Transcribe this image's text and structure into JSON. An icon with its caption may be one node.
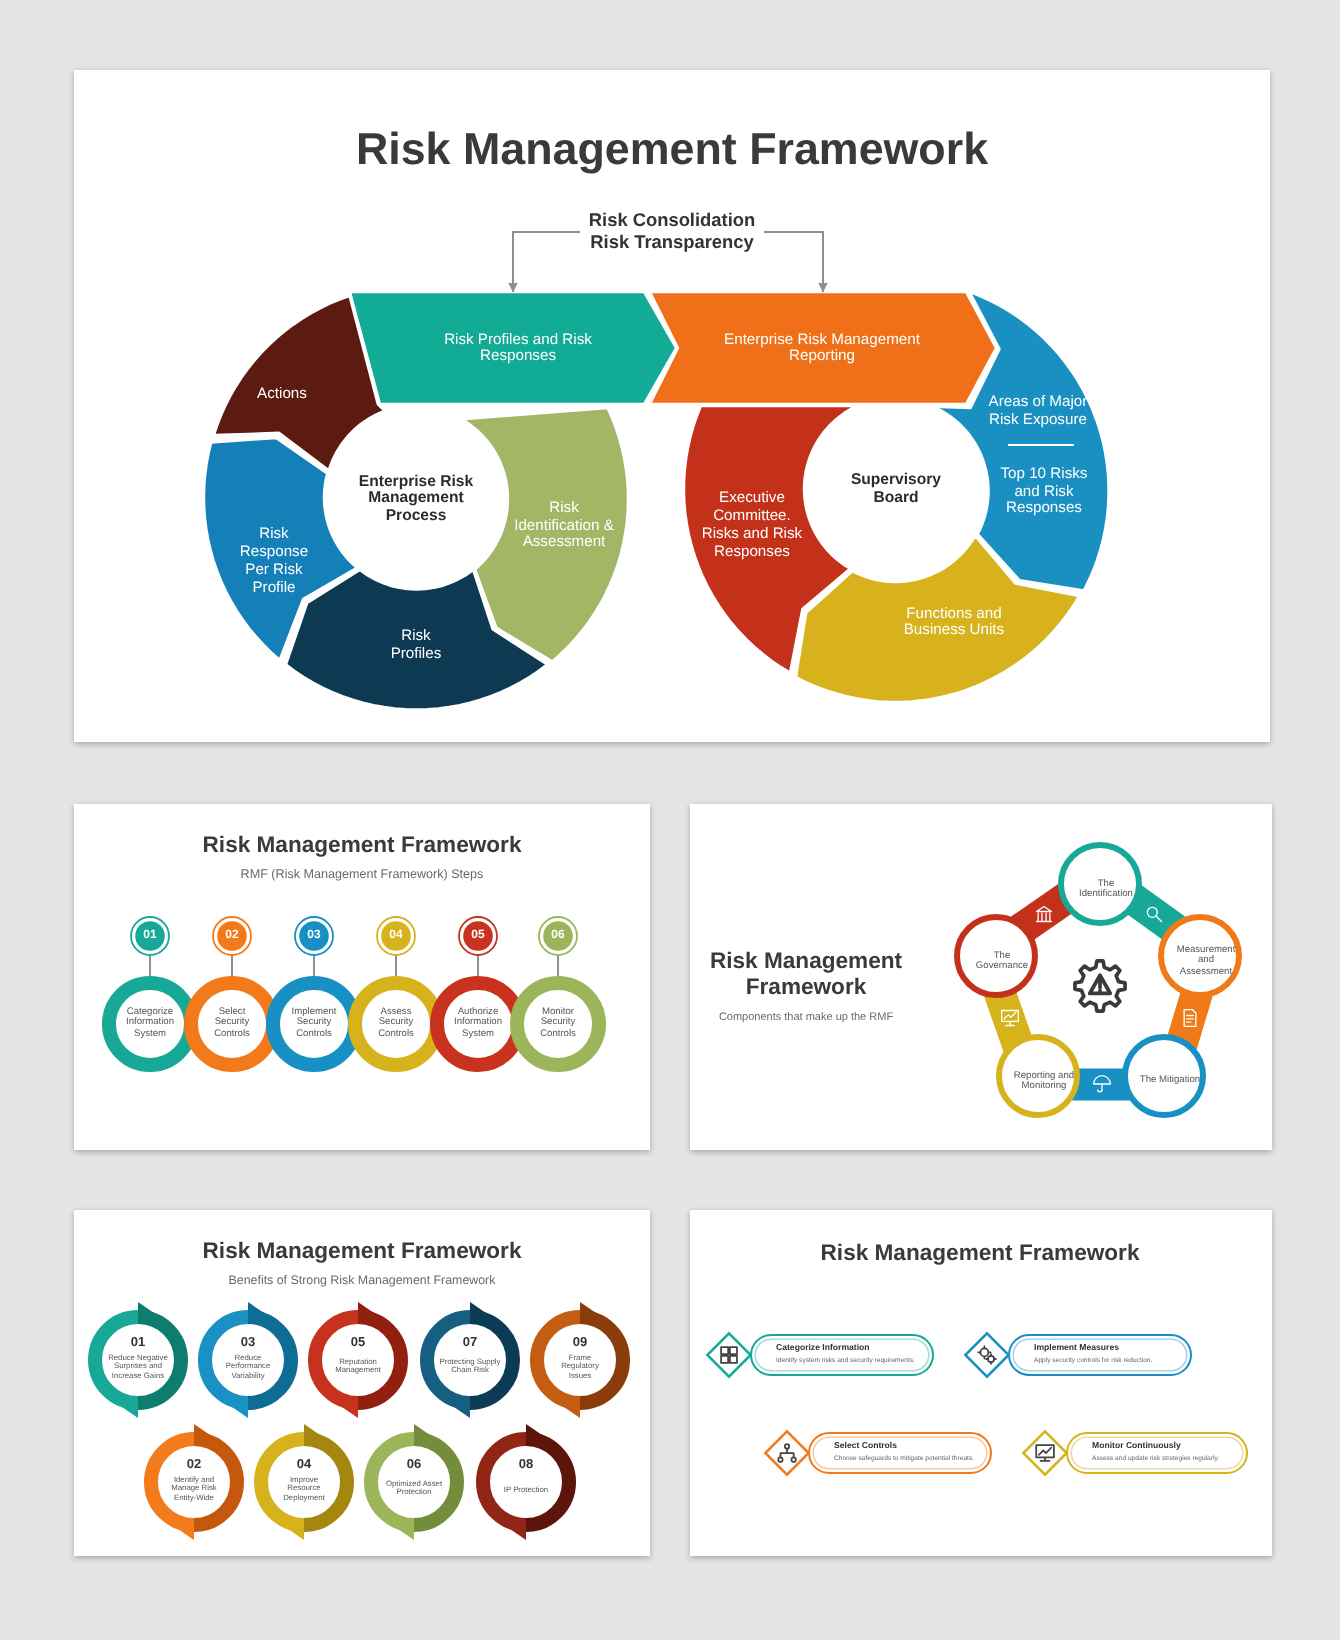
{
  "diagram": {
    "nodes": [
      {
        "text": [
          "Risk Management Framework"
        ]
      },
      {
        "text": [
          "Risk Consolidation",
          "Risk Transparency"
        ],
        "in": 0
      },
      {
        "text": [
          "Risk Profiles and Risk Responses"
        ],
        "in": 0
      },
      {
        "text": [
          "Enterprise Risk Management Reporting"
        ],
        "in": 0
      },
      {
        "text": [
          "Actions"
        ],
        "in": 0
      },
      {
        "text": [
          "Enterprise Risk Management Process"
        ],
        "in": 0
      },
      {
        "text": [
          "Risk Identification & Assessment"
        ],
        "in": 0
      },
      {
        "text": [
          "Risk Response Per Risk Profile"
        ],
        "in": 0
      },
      {
        "text": [
          "Risk Profiles"
        ],
        "in": 0
      },
      {
        "text": [
          "Executive Committee. Risks and Risk Responses"
        ],
        "in": 0
      },
      {
        "text": [
          "Supervisory Board"
        ],
        "in": 0
      },
      {
        "text": [
          "Areas of Major Risk Exposure",
          "Top 10 Risks and Risk Responses"
        ],
        "in": 0
      },
      {
        "text": [
          "Functions and Business Units"
        ],
        "in": 0
      },
      {
        "text": [
          "Risk Management Framework",
          "RMF (Risk Management Framework) Steps"
        ]
      },
      {
        "text": [
          "01"
        ],
        "in": 13
      },
      {
        "text": [
          "02"
        ],
        "in": 13
      },
      {
        "text": [
          "03"
        ],
        "in": 13
      },
      {
        "text": [
          "04"
        ],
        "in": 13
      },
      {
        "text": [
          "05"
        ],
        "in": 13
      },
      {
        "text": [
          "06"
        ],
        "in": 13
      },
      {
        "text": [
          "Categorize Information System"
        ],
        "in": 13
      },
      {
        "text": [
          "Select Security Controls"
        ],
        "in": 13
      },
      {
        "text": [
          "Implement Security Controls"
        ],
        "in": 13
      },
      {
        "text": [
          "Assess Security Controls"
        ],
        "in": 13
      },
      {
        "text": [
          "Authorize Information System"
        ],
        "in": 13
      },
      {
        "text": [
          "Monitor Security Controls"
        ],
        "in": 13
      },
      {
        "text": [
          "Risk Management Framework",
          "Components that make up the RMF"
        ]
      },
      {
        "text": [
          "The Identification"
        ],
        "in": 26
      },
      {
        "text": [
          "The Governance"
        ],
        "in": 26
      },
      {
        "text": [
          "Measurement and Assessment"
        ],
        "in": 26
      },
      {
        "text": [
          "Reporting and Monitoring"
        ],
        "in": 26
      },
      {
        "text": [
          "The Mitigation"
        ],
        "in": 26
      },
      {
        "text": [
          "Risk Management Framework",
          "Benefits of Strong Risk Management Framework"
        ]
      },
      {
        "text": [
          "01",
          "Reduce Negative Surprises and Increase Gains"
        ],
        "in": 32
      },
      {
        "text": [
          "03",
          "Reduce Performance Variability"
        ],
        "in": 32
      },
      {
        "text": [
          "05",
          "Reputation Management"
        ],
        "in": 32
      },
      {
        "text": [
          "07",
          "Protecting Supply Chain Risk"
        ],
        "in": 32
      },
      {
        "text": [
          "09",
          "Frame Regulatory Issues"
        ],
        "in": 32
      },
      {
        "text": [
          "02",
          "Identify and Manage Risk Entity-Wide"
        ],
        "in": 32
      },
      {
        "text": [
          "04",
          "Improve Resource Deployment"
        ],
        "in": 32
      },
      {
        "text": [
          "06",
          "Optimized Asset Protection"
        ],
        "in": 32
      },
      {
        "text": [
          "08",
          "IP Protection"
        ],
        "in": 32
      },
      {
        "text": [
          "Risk Management Framework"
        ]
      },
      {
        "text": [
          "Categorize Information",
          "Identify system risks and security requirements."
        ],
        "in": 42
      },
      {
        "text": [
          "Implement Measures",
          "Apply security controls for risk reduction."
        ],
        "in": 42
      },
      {
        "text": [
          "Select Controls",
          "Choose safeguards to mitigate potential threats."
        ],
        "in": 42
      },
      {
        "text": [
          "Monitor Continuously",
          "Assess and update risk strategies regularly."
        ],
        "in": 42
      }
    ],
    "edges": [
      {
        "from": 1,
        "to": 2,
        "arrow": "to"
      },
      {
        "from": 1,
        "to": 3,
        "arrow": "to"
      },
      {
        "from": 14,
        "to": 20,
        "arrow": "none"
      },
      {
        "from": 15,
        "to": 21,
        "arrow": "none"
      },
      {
        "from": 16,
        "to": 22,
        "arrow": "none"
      },
      {
        "from": 17,
        "to": 23,
        "arrow": "none"
      },
      {
        "from": 18,
        "to": 24,
        "arrow": "none"
      },
      {
        "from": 19,
        "to": 25,
        "arrow": "none"
      }
    ]
  }
}
